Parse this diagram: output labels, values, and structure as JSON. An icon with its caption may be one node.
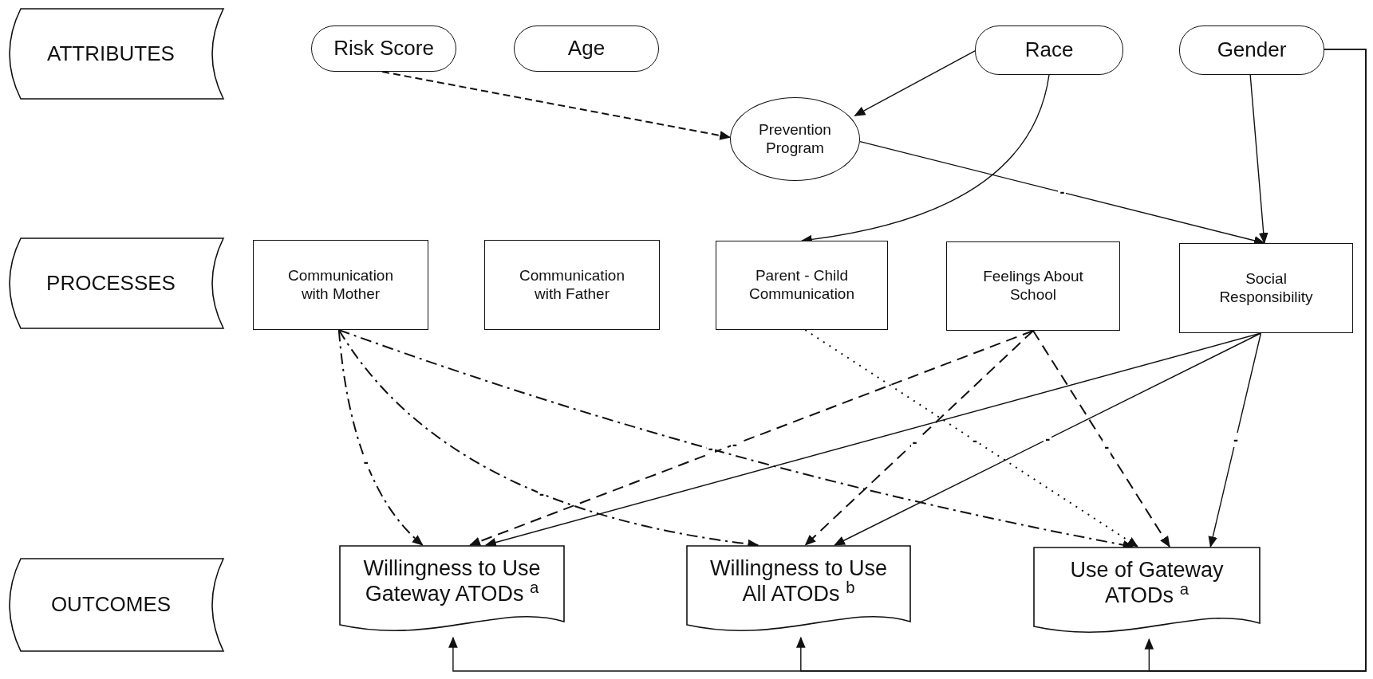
{
  "diagram": {
    "nodes": [
      {
        "text": [
          "ATTRIBUTES"
        ]
      },
      {
        "text": [
          "PROCESSES"
        ]
      },
      {
        "text": [
          "OUTCOMES"
        ]
      },
      {
        "text": [
          "Risk Score"
        ]
      },
      {
        "text": [
          "Age"
        ]
      },
      {
        "text": [
          "Race"
        ]
      },
      {
        "text": [
          "Gender"
        ]
      },
      {
        "text": [
          "Prevention Program"
        ]
      },
      {
        "text": [
          "Communication with Mother"
        ]
      },
      {
        "text": [
          "Communication with Father"
        ]
      },
      {
        "text": [
          "Parent - Child Communication"
        ]
      },
      {
        "text": [
          "Feelings About School"
        ]
      },
      {
        "text": [
          "Social Responsibility"
        ]
      },
      {
        "text": [
          "Willingness to Use Gateway ATODs $^{a}$"
        ]
      },
      {
        "text": [
          "Willingness to Use All ATODs $^{b}$"
        ]
      },
      {
        "text": [
          "Use of Gateway ATODs $^{a}$"
        ]
      }
    ],
    "edges": [
      {
        "from": 3,
        "to": 7,
        "arrow": "to",
        "style": "dashed"
      },
      {
        "from": 5,
        "to": 7,
        "arrow": "to"
      },
      {
        "from": 5,
        "to": 10,
        "arrow": "to"
      },
      {
        "from": 7,
        "to": 12,
        "arrow": "to",
        "label": "-"
      },
      {
        "from": 6,
        "to": 12,
        "arrow": "to"
      },
      {
        "from": 8,
        "to": 13,
        "arrow": "to",
        "style": "dashed",
        "label": "-"
      },
      {
        "from": 8,
        "to": 14,
        "arrow": "to",
        "style": "dashed",
        "label": "-"
      },
      {
        "from": 8,
        "to": 15,
        "arrow": "to",
        "style": "dashed",
        "label": "-"
      },
      {
        "from": 10,
        "to": 15,
        "arrow": "to",
        "style": "dashed",
        "label": "-"
      },
      {
        "from": 11,
        "to": 13,
        "arrow": "to",
        "style": "dashed",
        "label": "-"
      },
      {
        "from": 11,
        "to": 14,
        "arrow": "to",
        "style": "dashed",
        "label": "-"
      },
      {
        "from": 11,
        "to": 15,
        "arrow": "to",
        "style": "dashed",
        "label": "-"
      },
      {
        "from": 12,
        "to": 13,
        "arrow": "to"
      },
      {
        "from": 12,
        "to": 14,
        "arrow": "to",
        "label": "-"
      },
      {
        "from": 12,
        "to": 15,
        "arrow": "to",
        "label": "-"
      },
      {
        "from": 6,
        "to": 13,
        "arrow": "to"
      },
      {
        "from": 6,
        "to": 14,
        "arrow": "to"
      },
      {
        "from": 6,
        "to": 15,
        "arrow": "to"
      }
    ]
  }
}
